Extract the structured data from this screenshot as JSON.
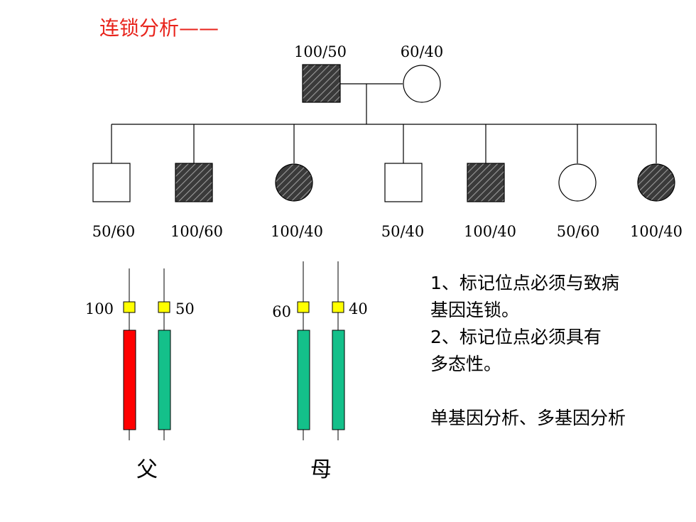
{
  "title": "连锁分析——",
  "colors": {
    "title": "#e8241c",
    "affected_fill": "#3a3a3a",
    "affected_hatch": "#9a9a9a",
    "marker": "#ffff00",
    "disease_allele": "#ff0000",
    "normal_allele": "#14c08a"
  },
  "pedigree": {
    "parents": [
      {
        "id": "father",
        "sex": "male",
        "affected": true,
        "genotype": "100/50"
      },
      {
        "id": "mother",
        "sex": "female",
        "affected": false,
        "genotype": "60/40"
      }
    ],
    "children": [
      {
        "sex": "male",
        "affected": false,
        "genotype": "50/60"
      },
      {
        "sex": "male",
        "affected": true,
        "genotype": "100/60"
      },
      {
        "sex": "female",
        "affected": true,
        "genotype": "100/40"
      },
      {
        "sex": "male",
        "affected": false,
        "genotype": "50/40"
      },
      {
        "sex": "male",
        "affected": true,
        "genotype": "100/40"
      },
      {
        "sex": "female",
        "affected": false,
        "genotype": "50/60"
      },
      {
        "sex": "female",
        "affected": true,
        "genotype": "100/40"
      }
    ]
  },
  "chromosomes": {
    "father": {
      "label": "父",
      "pair": [
        {
          "marker": "100",
          "allele": "disease"
        },
        {
          "marker": "50",
          "allele": "normal"
        }
      ]
    },
    "mother": {
      "label": "母",
      "pair": [
        {
          "marker": "60",
          "allele": "normal"
        },
        {
          "marker": "40",
          "allele": "normal"
        }
      ]
    }
  },
  "notes": {
    "line1": "1、标记位点必须与致病",
    "line2": "基因连锁。",
    "line3": "2、标记位点必须具有",
    "line4": "多态性。",
    "line5": "单基因分析、多基因分析"
  }
}
